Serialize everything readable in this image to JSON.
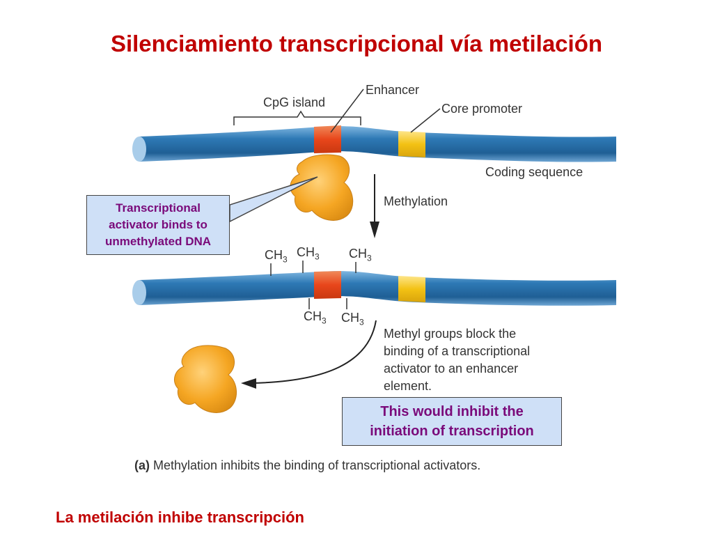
{
  "title": "Silenciamiento transcripcional vía metilación",
  "footer": "La metilación inhibe transcripción",
  "labels": {
    "cpg_island": "CpG island",
    "enhancer": "Enhancer",
    "core_promoter": "Core promoter",
    "coding_sequence": "Coding sequence",
    "methylation": "Methylation",
    "ch3_base": "CH",
    "ch3_sub": "3"
  },
  "methyl_text": [
    "Methyl groups block the",
    "binding of a transcriptional",
    "activator to an enhancer",
    "element."
  ],
  "callouts": {
    "activator": [
      "Transcriptional",
      "activator binds to",
      "unmethylated DNA"
    ],
    "inhibit": [
      "This would inhibit the",
      "initiation of transcription"
    ]
  },
  "caption": {
    "panel": "(a)",
    "text": "Methylation inhibits the binding of transcriptional activators."
  },
  "colors": {
    "title": "#c00000",
    "dna": "#2e79b5",
    "enhancer": "#e8461b",
    "promoter": "#f3c214",
    "activator": "#f5a623",
    "callout_fill": "#cfe0f7",
    "callout_text": "#7a0a7a"
  }
}
